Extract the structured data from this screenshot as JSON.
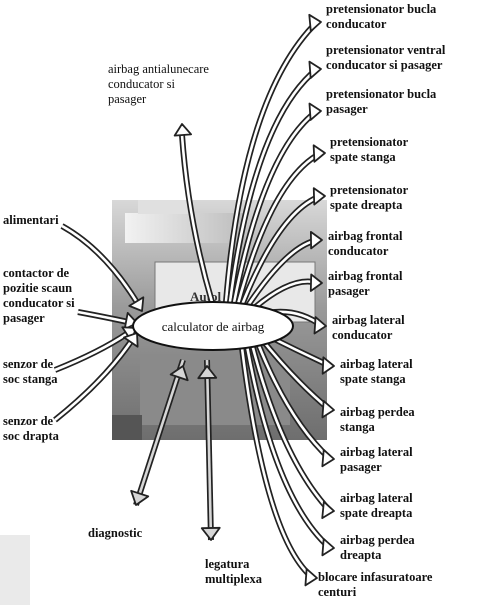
{
  "center": "calculator de airbag",
  "module_text": "Autol",
  "inputs": [
    "alimentari",
    "contactor de\npozitie scaun\nconducator si\npasager",
    "senzor de\nsoc stanga",
    "senzor de\nsoc drapta"
  ],
  "outputs": [
    "pretensionator bucla\nconducator",
    "pretensionator ventral\nconducator si pasager",
    "pretensionator bucla\npasager",
    "pretensionator\nspate stanga",
    "pretensionator\nspate dreapta",
    "airbag frontal\nconducator",
    "airbag frontal\npasager",
    "airbag lateral\nconducator",
    "airbag lateral\nspate stanga",
    "airbag perdea\nstanga",
    "airbag lateral\npasager",
    "airbag lateral\nspate dreapta",
    "airbag perdea\ndreapta",
    "blocare infasuratoare\ncenturi"
  ],
  "top_left_output": "airbag antialunecare\nconducator si\npasager",
  "diagnostic": "diagnostic",
  "multiplex": "legatura\nmultiplexa"
}
